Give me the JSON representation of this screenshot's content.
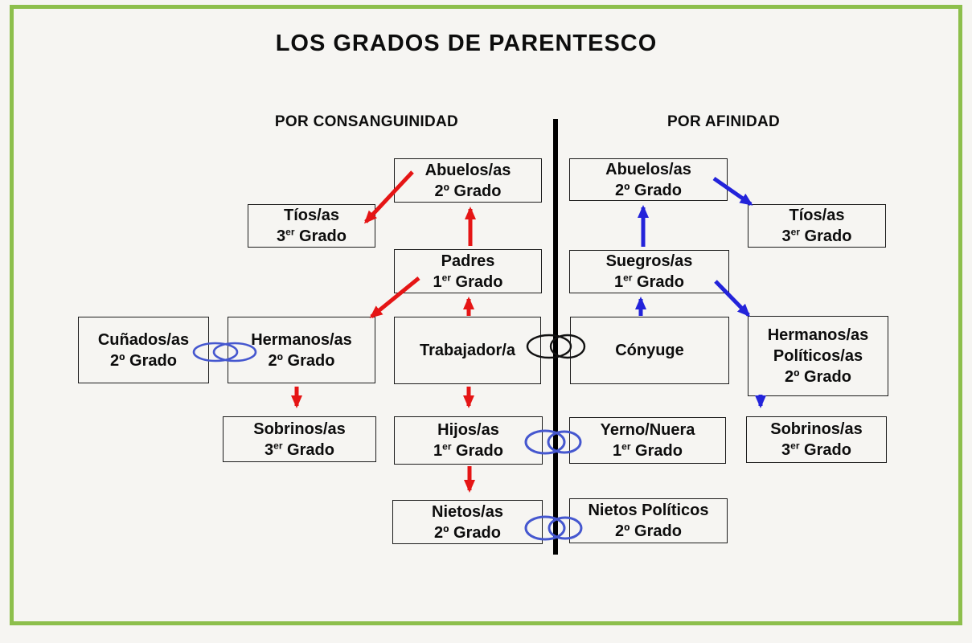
{
  "title": "LOS GRADOS DE PARENTESCO",
  "sections": {
    "left": "POR CONSANGUINIDAD",
    "right": "POR AFINIDAD"
  },
  "colors": {
    "frame_green": "#8dbf4c",
    "arrow_red": "#e51515",
    "arrow_blue": "#2323da",
    "ring_blue": "#4557cf",
    "ring_black": "#111111",
    "divider_black": "#000000",
    "box_border": "#1c1c1c",
    "text": "#0d0d0d",
    "background": "#f6f5f2"
  },
  "boxes": {
    "abuelos_c": {
      "line1": "Abuelos/as",
      "line2": "2º Grado"
    },
    "tios_c": {
      "line1": "Tíos/as",
      "deg": "3",
      "sup": "er",
      "rest": " Grado"
    },
    "padres": {
      "line1": "Padres",
      "deg": "1",
      "sup": "er",
      "rest": " Grado"
    },
    "cunados": {
      "line1": "Cuñados/as",
      "line2": "2º Grado"
    },
    "hermanos": {
      "line1": "Hermanos/as",
      "line2": "2º Grado"
    },
    "trabajador": {
      "line1": "Trabajador/a"
    },
    "sobrinos_c": {
      "line1": "Sobrinos/as",
      "deg": "3",
      "sup": "er",
      "rest": " Grado"
    },
    "hijos": {
      "line1": "Hijos/as",
      "deg": "1",
      "sup": "er",
      "rest": " Grado"
    },
    "nietos": {
      "line1": "Nietos/as",
      "line2": "2º Grado"
    },
    "abuelos_a": {
      "line1": "Abuelos/as",
      "line2": "2º Grado"
    },
    "tios_a": {
      "line1": "Tíos/as",
      "deg": "3",
      "sup": "er",
      "rest": " Grado"
    },
    "suegros": {
      "line1": "Suegros/as",
      "deg": "1",
      "sup": "er",
      "rest": " Grado"
    },
    "conyuge": {
      "line1": "Cónyuge"
    },
    "herm_pol": {
      "line1": "Hermanos/as",
      "line2": "Políticos/as",
      "line3": "2º Grado"
    },
    "yerno": {
      "line1": "Yerno/Nuera",
      "deg": "1",
      "sup": "er",
      "rest": " Grado"
    },
    "sobrinos_a": {
      "line1": "Sobrinos/as",
      "deg": "3",
      "sup": "er",
      "rest": " Grado"
    },
    "nietos_pol": {
      "line1": "Nietos Políticos",
      "line2": "2º Grado"
    }
  }
}
